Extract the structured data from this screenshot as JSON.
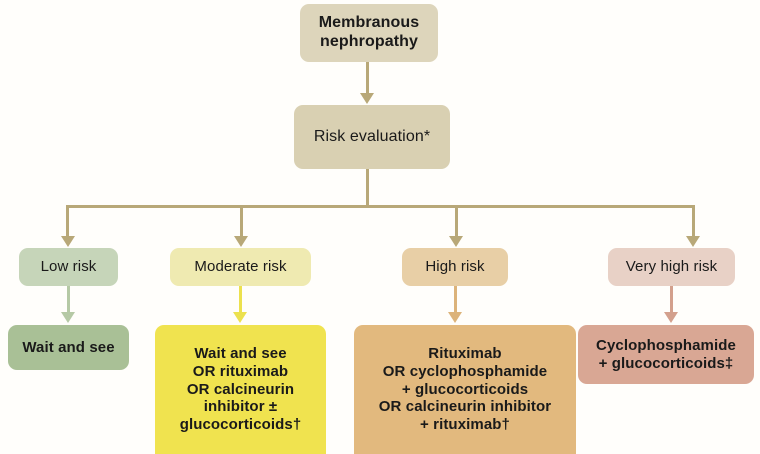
{
  "diagram": {
    "title": "Membranous nephropathy risk-based treatment algorithm",
    "background_color": "#fffefb",
    "nodes": {
      "root": {
        "label": "Membranous\nnephropathy",
        "color": "#ddd5bb"
      },
      "risk_evaluation": {
        "label": "Risk evaluation*",
        "color": "#d9d0b2"
      },
      "risk_levels": [
        {
          "label": "Low risk",
          "color": "#c6d5b9"
        },
        {
          "label": "Moderate risk",
          "color": "#efeab1"
        },
        {
          "label": "High risk",
          "color": "#e8cfa6"
        },
        {
          "label": "Very high risk",
          "color": "#e8d1c6"
        }
      ],
      "treatments": [
        {
          "label": "Wait and see",
          "color": "#a9c096",
          "for_risk": "Low risk"
        },
        {
          "label": "Wait and see\nOR rituximab\nOR calcineurin\ninhibitor ±\nglucocorticoids†",
          "color": "#f0e34f",
          "for_risk": "Moderate risk"
        },
        {
          "label": "Rituximab\nOR cyclophosphamide\n+ glucocorticoids\nOR calcineurin inhibitor\n+ rituximab†",
          "color": "#e2b97e",
          "for_risk": "High risk"
        },
        {
          "label": "Cyclophosphamide\n+ glucocorticoids‡",
          "color": "#d9a794",
          "for_risk": "Very high risk"
        }
      ]
    },
    "connector_colors": {
      "trunk": "#b8a878",
      "low": "#b5c9a5",
      "moderate": "#ece14e",
      "high": "#dcb37a",
      "very_high": "#d3a08d"
    },
    "footnote_markers": [
      "*",
      "†",
      "‡"
    ]
  }
}
